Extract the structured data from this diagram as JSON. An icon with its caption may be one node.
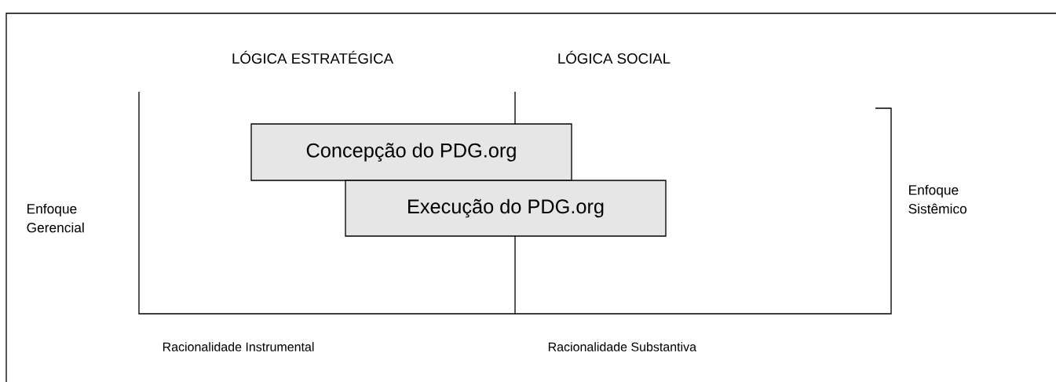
{
  "diagram": {
    "nodes": [
      {
        "text": [
          "Concepção do PDG.org"
        ]
      },
      {
        "text": [
          "Execução do PDG.org"
        ]
      }
    ],
    "labels": [
      "LÓGICA ESTRATÉGICA",
      "LÓGICA SOCIAL",
      "Enfoque Gerencial",
      "Enfoque Sistêmico",
      "Racionalidade Instrumental",
      "Racionalidade Substantiva"
    ]
  }
}
